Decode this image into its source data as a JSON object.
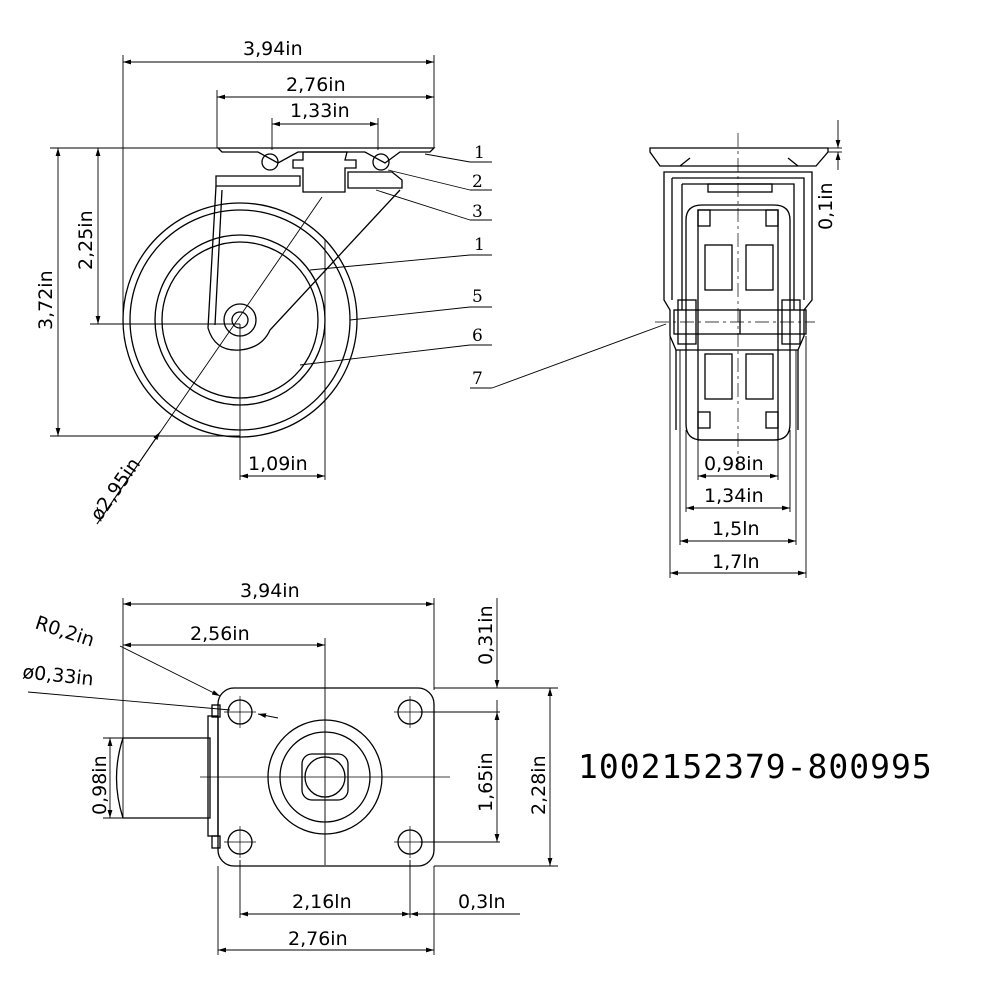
{
  "part_number": "1002152379-800995",
  "front_view": {
    "overall_width": "3,94in",
    "plate_width": "2,76in",
    "kingpin_width": "1,33in",
    "overall_height": "3,72in",
    "axle_height": "2,25in",
    "wheel_diameter": "ø2,95in",
    "swivel_offset": "1,09in",
    "callouts": [
      "1",
      "2",
      "3",
      "1",
      "5",
      "6",
      "7"
    ]
  },
  "side_view": {
    "plate_thickness": "0,1in",
    "hub_width": "0,98in",
    "tread_width": "1,34in",
    "fork_inner_width": "1,5ln",
    "fork_outer_width": "1,7ln"
  },
  "top_view": {
    "overall_width": "3,94in",
    "offset_to_center": "2,56in",
    "corner_radius": "R0,2in",
    "hole_diameter": "ø0,33in",
    "edge_to_hole": "0,31in",
    "hole_spacing_vertical": "1,65in",
    "plate_length": "2,28in",
    "wheel_width": "0,98in",
    "hole_spacing_horizontal": "2,16ln",
    "hole_to_edge": "0,3ln",
    "plate_width": "2,76in"
  }
}
